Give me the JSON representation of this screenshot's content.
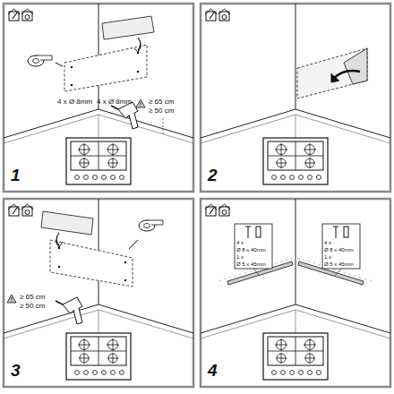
{
  "diagram": {
    "labels": [
      "4 x Ø 8mm",
      "≥ 65 cm",
      "≥ 50 cm",
      "1",
      "2",
      "4 x Ø 8mm",
      "≥ 65 cm",
      "≥ 50 cm",
      "3",
      "4 x",
      "Ø 8 x 40mm",
      "1 x",
      "Ø 5 x 45mm",
      "4 x",
      "Ø 8 x 40mm",
      "1 x",
      "Ø 5 x 45mm",
      "4"
    ]
  }
}
